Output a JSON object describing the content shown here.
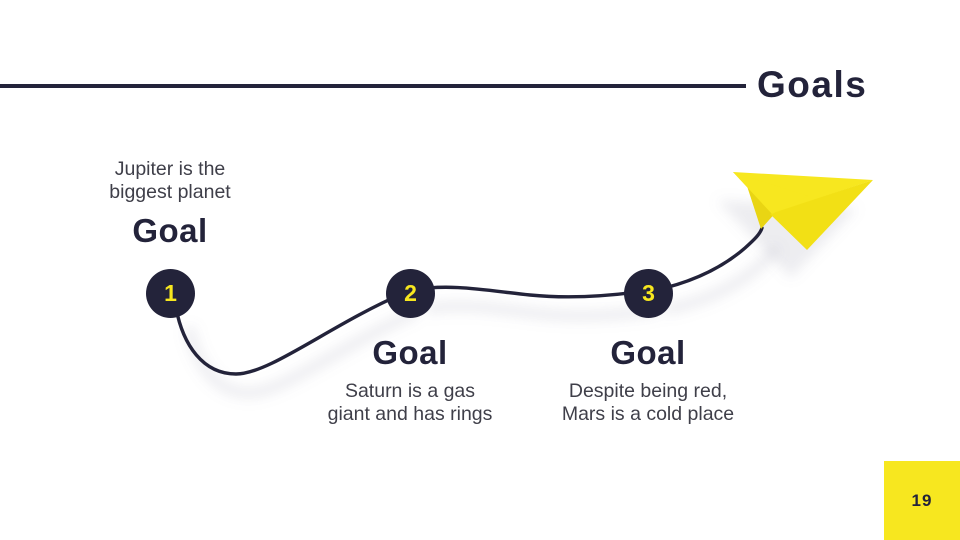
{
  "slide": {
    "title": "Goals",
    "page_number": "19"
  },
  "colors": {
    "navy": "#23233a",
    "yellow": "#f7e71f",
    "yellow-dark": "#e9d513",
    "yellow-mid": "#f2e015",
    "text": "#3f3f49"
  },
  "goals": [
    {
      "number": "1",
      "label": "Goal",
      "description": "Jupiter is the\nbiggest planet"
    },
    {
      "number": "2",
      "label": "Goal",
      "description": "Saturn is a gas\ngiant and has rings"
    },
    {
      "number": "3",
      "label": "Goal",
      "description": "Despite being red,\nMars is a cold place"
    }
  ]
}
